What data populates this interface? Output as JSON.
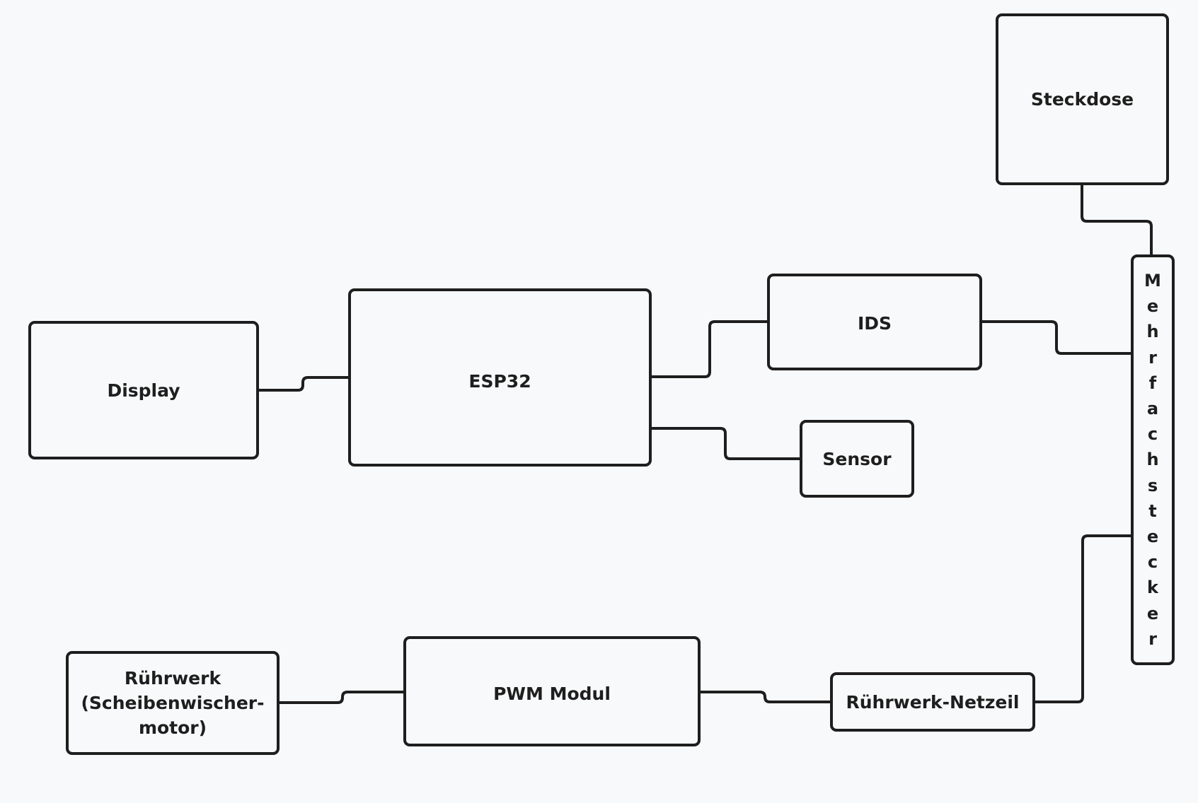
{
  "diagram": {
    "stroke_color": "#1e1e1e",
    "background_color": "#f8f9fa",
    "nodes": {
      "steckdose": {
        "label": "Steckdose"
      },
      "mehrfachstecker": {
        "label": "Mehrfachstecker"
      },
      "display": {
        "label": "Display"
      },
      "esp32": {
        "label": "ESP32"
      },
      "ids": {
        "label": "IDS"
      },
      "sensor": {
        "label": "Sensor"
      },
      "ruehrwerk": {
        "label": "Rührwerk\n(Scheibenwischer-\nmotor)"
      },
      "pwm_modul": {
        "label": "PWM Modul"
      },
      "ruehrwerk_netzteil": {
        "label": "Rührwerk-Netzeil"
      }
    },
    "connections": [
      {
        "from": "steckdose",
        "to": "mehrfachstecker"
      },
      {
        "from": "display",
        "to": "esp32"
      },
      {
        "from": "esp32",
        "to": "ids"
      },
      {
        "from": "esp32",
        "to": "sensor"
      },
      {
        "from": "ids",
        "to": "mehrfachstecker"
      },
      {
        "from": "mehrfachstecker",
        "to": "ruehrwerk_netzteil"
      },
      {
        "from": "ruehrwerk_netzteil",
        "to": "pwm_modul"
      },
      {
        "from": "pwm_modul",
        "to": "ruehrwerk"
      }
    ]
  }
}
